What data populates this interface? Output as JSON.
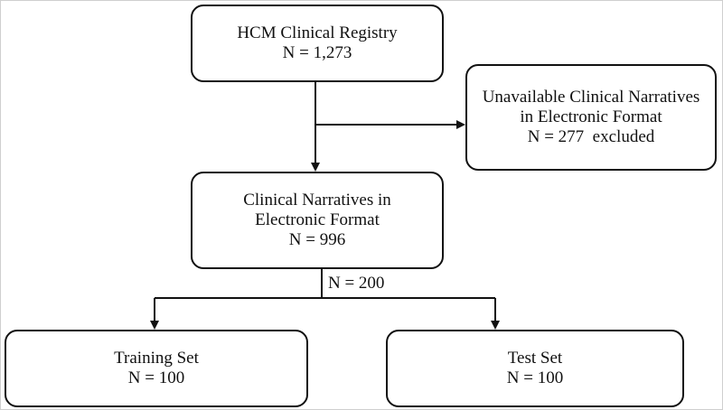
{
  "nodes": {
    "registry": {
      "lines": [
        "HCM Clinical Registry",
        "N = 1,273"
      ]
    },
    "unavailable": {
      "lines": [
        "Unavailable Clinical Narratives",
        "in Electronic Format",
        "N = 277  excluded"
      ]
    },
    "narratives": {
      "lines": [
        "Clinical Narratives in",
        "Electronic Format",
        "N = 996"
      ]
    },
    "training": {
      "lines": [
        "Training Set",
        "N = 100"
      ]
    },
    "test": {
      "lines": [
        "Test Set",
        "N = 100"
      ]
    }
  },
  "edges": {
    "split_label": "N = 200"
  }
}
